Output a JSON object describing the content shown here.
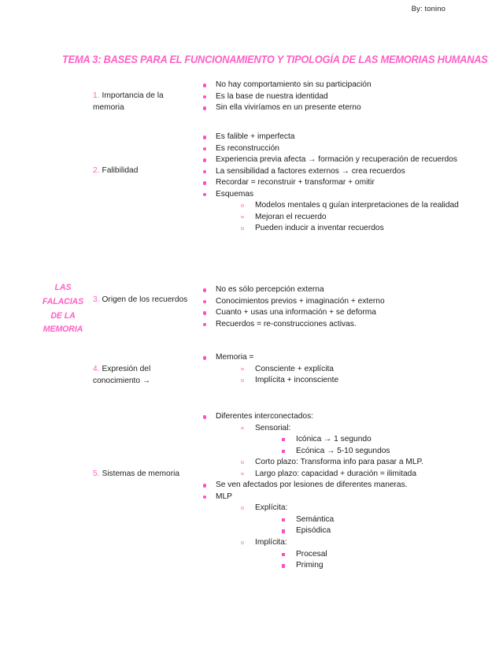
{
  "document": {
    "author_line": "By: tonino",
    "title": "TEMA 3: BASES PARA EL FUNCIONAMIENTO Y TIPOLOGÍA DE LAS MEMORIAS HUMANAS",
    "accent_color": "#ff5fc4",
    "bullet_color": "#ff4dc0",
    "text_color": "#1b1b1b"
  },
  "side_label": {
    "lines": [
      "LAS",
      "FALACIAS",
      "DE LA",
      "MEMORIA"
    ]
  },
  "sections": [
    {
      "number": "1.",
      "label_line1": "Importancia de",
      "label_line2": "la memoria",
      "bullets": [
        "No hay comportamiento sin su participación",
        "Es la base de nuestra identidad",
        "Sin ella viviríamos en un presente eterno"
      ]
    },
    {
      "number": "2.",
      "label_line1": "Falibilidad",
      "label_line2": "",
      "bullets": [
        "Es falible + imperfecta",
        "Es reconstrucción",
        "Experiencia previa afecta → formación y recuperación de recuerdos",
        "La sensibilidad a factores externos → crea recuerdos",
        "Recordar = reconstruir + transformar + omitir",
        "Esquemas"
      ],
      "sub_bullets": [
        "Modelos mentales q guían interpretaciones de la realidad",
        "Mejoran el recuerdo",
        "Pueden inducir a inventar recuerdos"
      ]
    },
    {
      "number": "3.",
      "label_line1": "Origen de los",
      "label_line2": "recuerdos",
      "bullets": [
        "No es sólo percepción externa",
        "Conocimientos previos + imaginación + externo",
        "Cuanto + usas una información + se deforma",
        "Recuerdos = re-construcciones activas."
      ]
    },
    {
      "number": "4.",
      "label_line1": "Expresión del",
      "label_line2": "conocimiento →",
      "bullets": [
        "Memoria ="
      ],
      "sub_bullets": [
        "Consciente + explícita",
        "Implícita + inconsciente"
      ]
    },
    {
      "number": "5.",
      "label_line1": "Sistemas de",
      "label_line2": "memoria",
      "tree": [
        {
          "text": "Diferentes interconectados:",
          "children": [
            {
              "text": "Sensorial:",
              "children": [
                {
                  "text": "Icónica → 1 segundo"
                },
                {
                  "text": "Ecónica → 5-10 segundos"
                }
              ]
            },
            {
              "text": "Corto plazo: Transforma info para pasar a MLP."
            },
            {
              "text": "Largo plazo: capacidad + duración = ilimitada"
            }
          ]
        },
        {
          "text": "Se ven afectados por lesiones de diferentes maneras."
        },
        {
          "text": "MLP",
          "children": [
            {
              "text": "Explícita:",
              "children": [
                {
                  "text": "Semántica"
                },
                {
                  "text": "Episódica"
                }
              ]
            },
            {
              "text": "Implícita:",
              "children": [
                {
                  "text": "Procesal"
                },
                {
                  "text": "Priming"
                }
              ]
            }
          ]
        }
      ]
    }
  ]
}
